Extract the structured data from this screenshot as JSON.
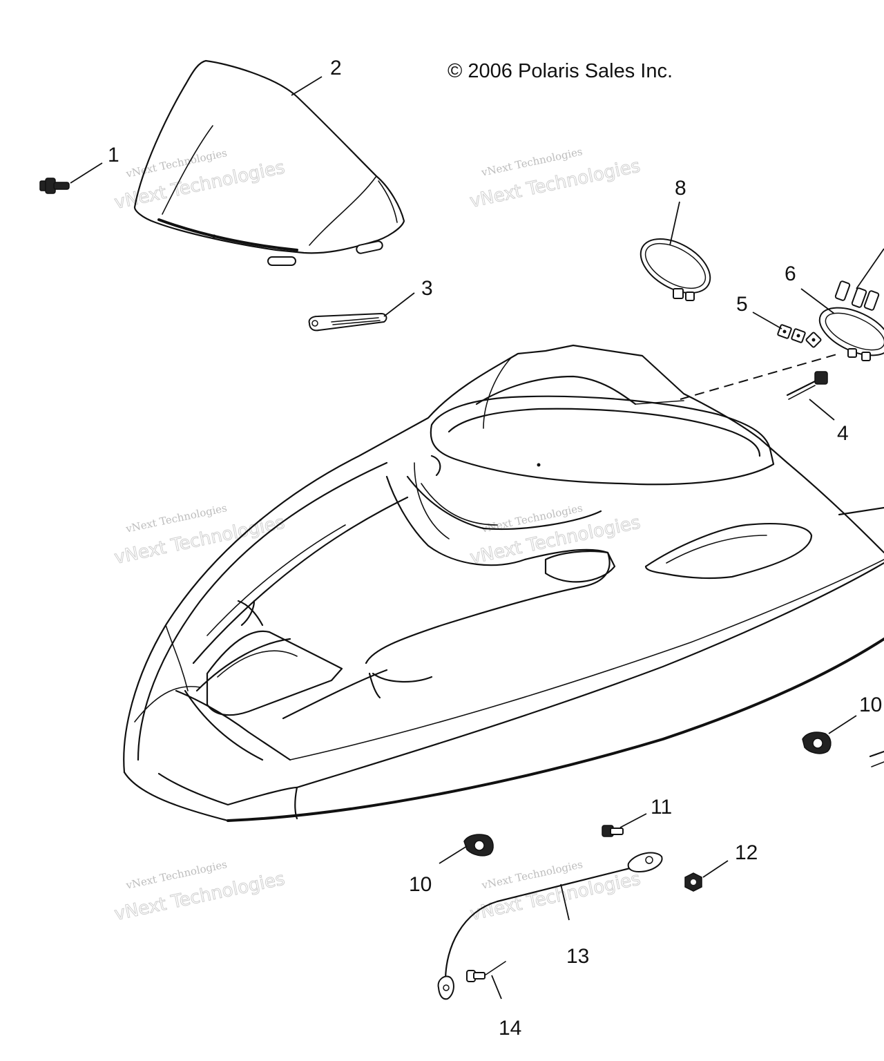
{
  "copyright": "© 2006 Polaris Sales Inc.",
  "watermark": {
    "line1": "vNext Technologies",
    "line2": "vNext Technologies"
  },
  "callouts": {
    "c1": "1",
    "c2": "2",
    "c3": "3",
    "c4": "4",
    "c5": "5",
    "c6": "6",
    "c8": "8",
    "c10a": "10",
    "c10b": "10",
    "c11": "11",
    "c12": "12",
    "c13": "13",
    "c14": "14"
  }
}
